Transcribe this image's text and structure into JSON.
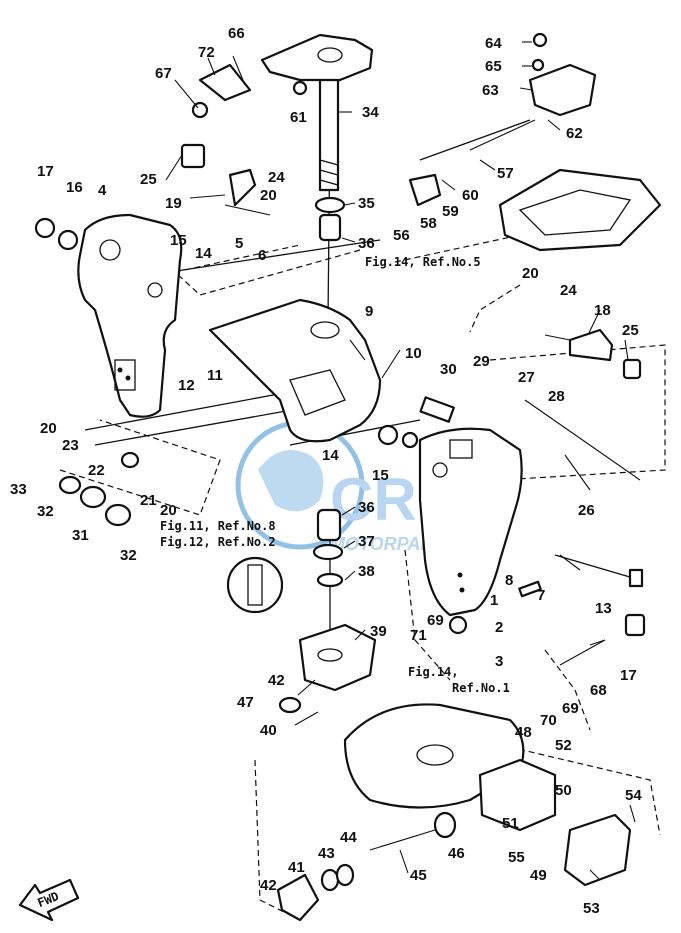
{
  "diagram": {
    "part_numbers": [
      "1",
      "2",
      "3",
      "4",
      "5",
      "6",
      "7",
      "8",
      "9",
      "10",
      "11",
      "12",
      "13",
      "14",
      "14",
      "15",
      "15",
      "16",
      "17",
      "17",
      "18",
      "19",
      "20",
      "20",
      "20",
      "20",
      "21",
      "22",
      "23",
      "24",
      "24",
      "25",
      "25",
      "26",
      "27",
      "28",
      "29",
      "30",
      "31",
      "32",
      "32",
      "33",
      "34",
      "35",
      "36",
      "36",
      "37",
      "38",
      "39",
      "40",
      "41",
      "42",
      "42",
      "43",
      "44",
      "45",
      "46",
      "47",
      "48",
      "49",
      "50",
      "51",
      "52",
      "53",
      "54",
      "55",
      "56",
      "57",
      "58",
      "59",
      "60",
      "61",
      "62",
      "63",
      "64",
      "65",
      "66",
      "67",
      "68",
      "69",
      "69",
      "70",
      "71",
      "72"
    ],
    "refs": {
      "fig14_ref5": "Fig.14, Ref.No.5",
      "fig11_ref8": "Fig.11, Ref.No.8",
      "fig12_ref2": "Fig.12, Ref.No.2",
      "fig14_ref1_line1": "Fig.14,",
      "fig14_ref1_line2": "Ref.No.1"
    },
    "fwd_label": "FWD",
    "watermark": {
      "brand": "CRM",
      "sub": "MOTORPARTS",
      "colors": {
        "globe": "#3a8fd6",
        "text": "#7fb6e6"
      }
    }
  }
}
